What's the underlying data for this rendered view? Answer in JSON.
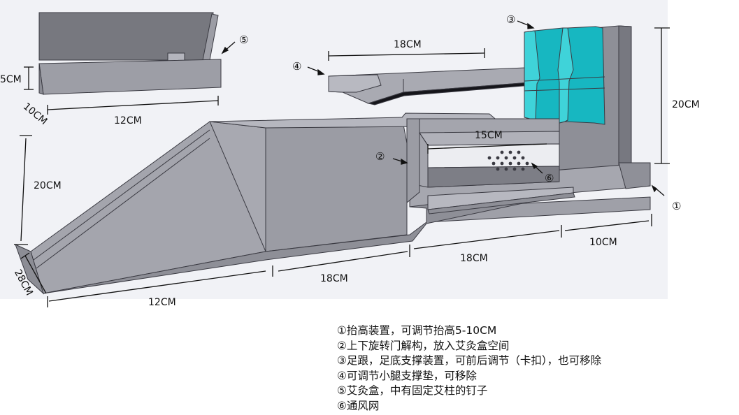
{
  "colors": {
    "background_panel": "#f1f2f6",
    "body_gray": "#9b9ca5",
    "body_light": "#b3b4bc",
    "body_dark": "#808189",
    "edge": "#3a3a42",
    "cyan": "#17b7c1",
    "cyan_light": "#3fd3d9",
    "dark_slot": "#15151a"
  },
  "icons": {
    "arrow": "pointer-arrow-icon",
    "vent": "vent-holes-icon"
  },
  "markers": {
    "m1": "①",
    "m2": "②",
    "m3": "③",
    "m4": "④",
    "m5": "⑤",
    "m6": "⑥"
  },
  "dimensions": {
    "box_height": "5CM",
    "box_depth": "10CM",
    "box_width": "12CM",
    "top_pad_width": "18CM",
    "inner_box_width": "15CM",
    "right_height": "20CM",
    "left_height": "20CM",
    "base_depth": "28CM",
    "bottom_12": "12CM",
    "bottom_18_a": "18CM",
    "bottom_18_b": "18CM",
    "bottom_10": "10CM"
  },
  "legend": [
    "①抬高装置，可调节抬高5-10CM",
    "②上下旋转门解构，放入艾灸盒空间",
    "③足跟，足底支撑装置，可前后调节（卡扣），也可移除",
    "④可调节小腿支撑垫，可移除",
    "⑤艾灸盒，中有固定艾柱的钉子",
    "⑥通风网"
  ]
}
